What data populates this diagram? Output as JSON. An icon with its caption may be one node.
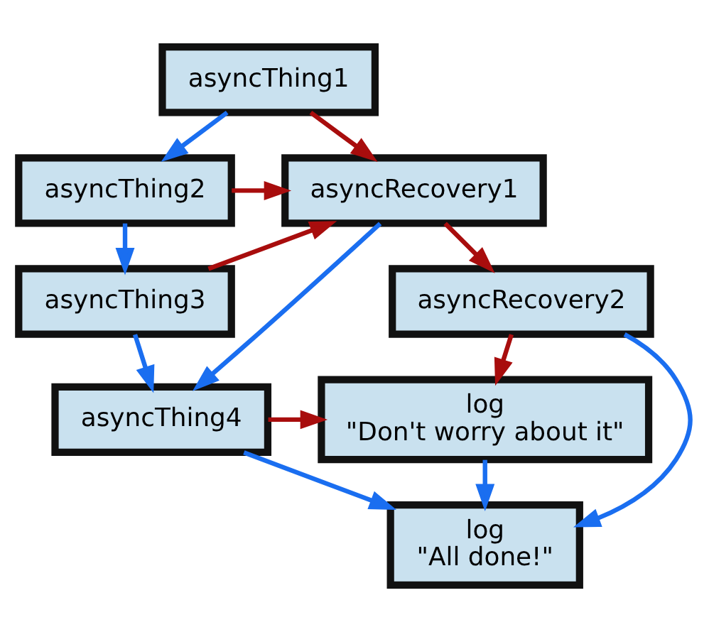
{
  "diagram": {
    "nodes": [
      {
        "text": [
          "asyncThing1"
        ]
      },
      {
        "text": [
          "asyncThing2"
        ]
      },
      {
        "text": [
          "asyncThing3"
        ]
      },
      {
        "text": [
          "asyncThing4"
        ]
      },
      {
        "text": [
          "log \"All done!\""
        ]
      },
      {
        "text": [
          "asyncRecovery1"
        ]
      },
      {
        "text": [
          "asyncRecovery2"
        ]
      },
      {
        "text": [
          "log \"Don't worry about it\""
        ]
      }
    ],
    "edges": [
      {
        "from": 0,
        "to": 1,
        "arrow": "to"
      },
      {
        "from": 1,
        "to": 2,
        "arrow": "to"
      },
      {
        "from": 2,
        "to": 3,
        "arrow": "to"
      },
      {
        "from": 3,
        "to": 4,
        "arrow": "to"
      },
      {
        "from": 0,
        "to": 5,
        "arrow": "to",
        "color": "#a80d0d"
      },
      {
        "from": 1,
        "to": 5,
        "arrow": "to",
        "color": "#a80d0d"
      },
      {
        "from": 2,
        "to": 5,
        "arrow": "to",
        "color": "#a80d0d"
      },
      {
        "from": 5,
        "to": 3,
        "arrow": "to"
      },
      {
        "from": 5,
        "to": 6,
        "arrow": "to",
        "color": "#a80d0d"
      },
      {
        "from": 3,
        "to": 7,
        "arrow": "to",
        "color": "#a80d0d"
      },
      {
        "from": 6,
        "to": 7,
        "arrow": "to",
        "color": "#a80d0d"
      },
      {
        "from": 7,
        "to": 4,
        "arrow": "to"
      },
      {
        "from": 6,
        "to": 4,
        "arrow": "to"
      }
    ]
  }
}
